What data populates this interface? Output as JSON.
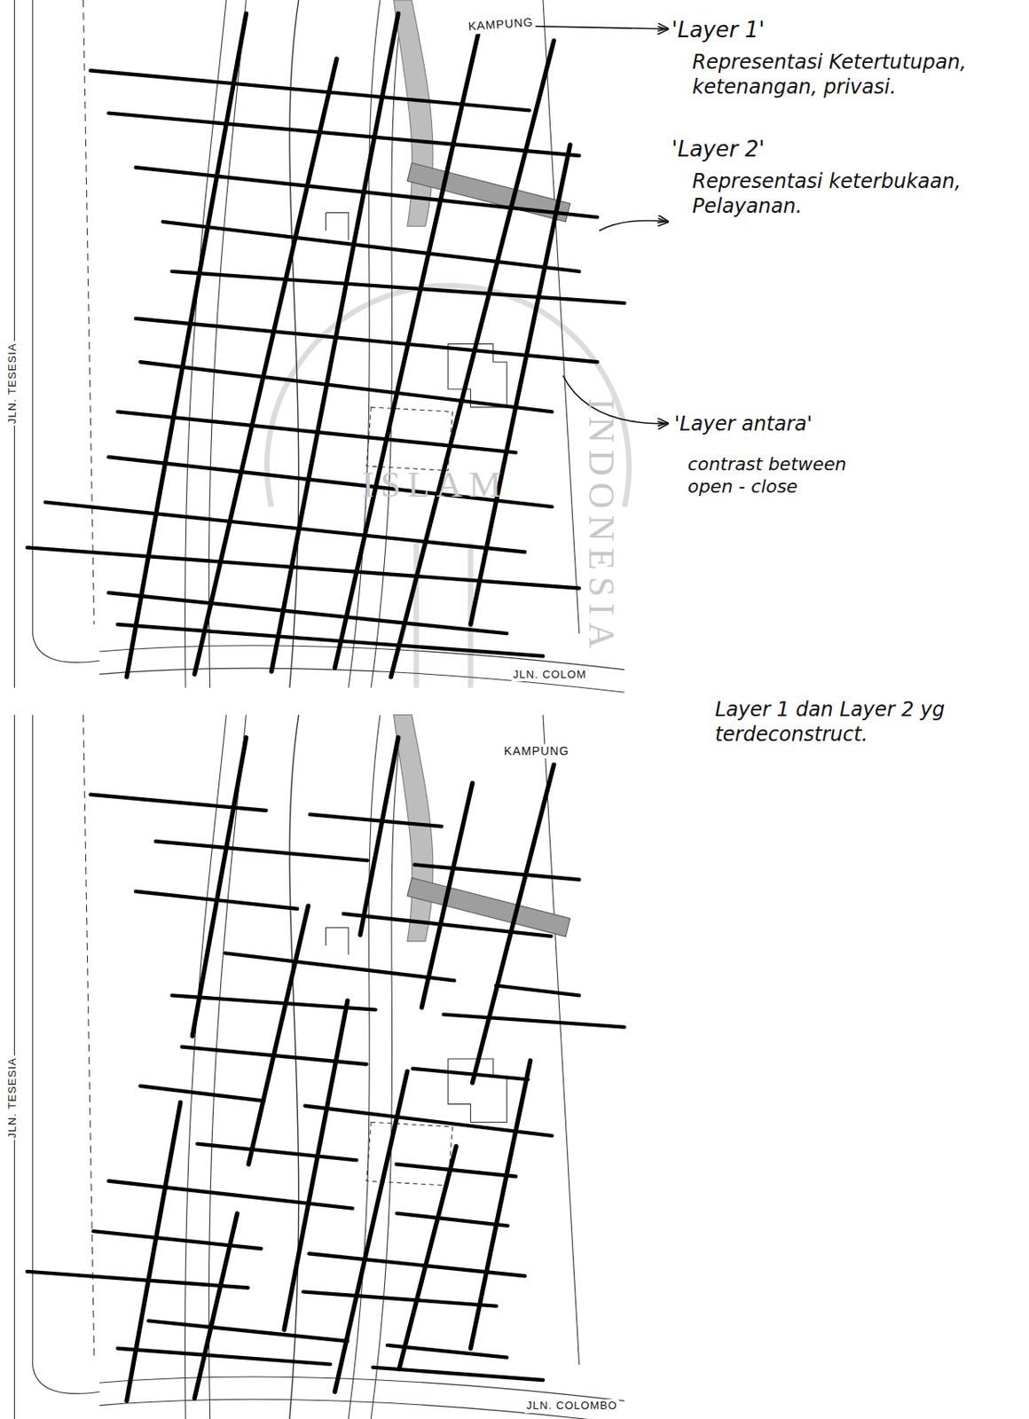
{
  "diagram": {
    "labels": [
      "KAMPUNG",
      "'Layer 1'",
      "Representasi Ketertutupan, ketenangan, privasi.",
      "'Layer 2'",
      "Representasi keterbukaan, Pelayanan.",
      "'Layer antara'",
      "contrast between open - close",
      "JLN. TESESIA",
      "JLN. COLOM",
      "ISLAM",
      "INDONESIA",
      "KAMPUNG",
      "JLN. TESESIA",
      "Layer 1 dan Layer 2 yg terdeconstruct.",
      "JLN. COLOMBO"
    ]
  }
}
